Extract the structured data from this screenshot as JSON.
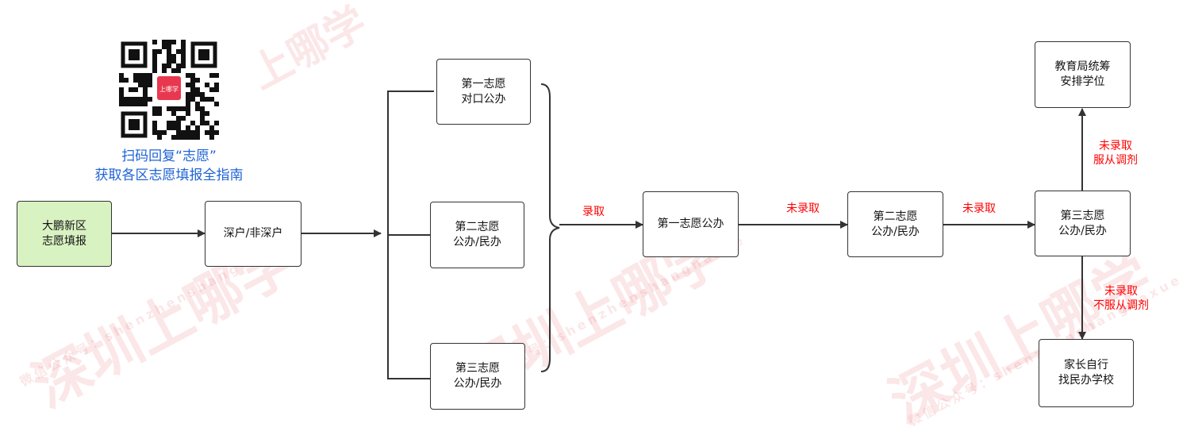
{
  "qr": {
    "badge_text": "上哪学"
  },
  "caption": {
    "line1": "扫码回复“志愿”",
    "line2": "获取各区志愿填报全指南"
  },
  "nodes": {
    "start": "大鹏新区\n志愿填报",
    "hukou": "深户/非深户",
    "choice1": "第一志愿\n对口公办",
    "choice2": "第二志愿\n公办/民办",
    "choice3": "第三志愿\n公办/民办",
    "first": "第一志愿公办",
    "second": "第二志愿\n公办/民办",
    "third": "第三志愿\n公办/民办",
    "edu": "教育局统筹\n安排学位",
    "parents": "家长自行\n找民办学校"
  },
  "edge_labels": {
    "admit": "录取",
    "not1": "未录取",
    "not2": "未录取",
    "not_accept": "未录取\n服从调剂",
    "not_reject": "未录取\n不服从调剂"
  },
  "watermarks": {
    "big": [
      "深圳上哪学",
      "深圳上哪学",
      "深圳上哪学",
      "上哪学"
    ],
    "small": [
      "微信公众号：shenzhenshangnaxue",
      "微信公众号：shenzhenshangnaxue",
      "微信公众号：shenzhenshangnaxue"
    ]
  },
  "colors": {
    "edge_label": "#ff0000",
    "caption": "#1e63d6",
    "start_fill": "#d9f2c2"
  }
}
